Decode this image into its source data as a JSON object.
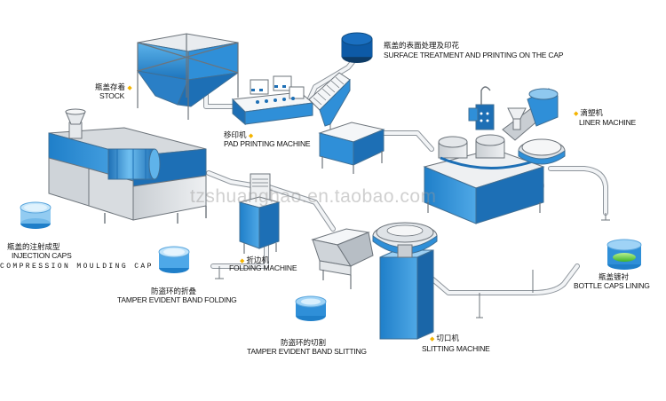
{
  "watermark": "tzshuanghao.en.taobao.com",
  "labels": {
    "stock": {
      "cn": "瓶盖存着",
      "en": "STOCK"
    },
    "surface": {
      "cn": "瓶盖的表面处理及印花",
      "en": "SURFACE TREATMENT AND PRINTING ON THE CAP"
    },
    "pad": {
      "cn": "移印机",
      "en": "PAD PRINTING MACHINE"
    },
    "liner": {
      "cn": "滴塑机",
      "en": "LINER MACHINE"
    },
    "injection": {
      "cn": "瓶盖的注射成型",
      "en": "INJECTION CAPS"
    },
    "compression": {
      "en": "COMPRESSION MOULDING CAP"
    },
    "folding": {
      "cn": "折边机",
      "en": "FOLDING MACHINE"
    },
    "tamper_fold": {
      "cn": "防盗环的折叠",
      "en": "TAMPER EVIDENT BAND FOLDING"
    },
    "lining": {
      "cn": "瓶盖镀衬",
      "en": "BOTTLE CAPS LINING"
    },
    "tamper_slit": {
      "cn": "防盗环的切割",
      "en": "TAMPER EVIDENT BAND SLITTING"
    },
    "slitting": {
      "cn": "切口机",
      "en": "SLITTING MACHINE"
    }
  },
  "colors": {
    "blue": "#2f8fd8",
    "blue_dark": "#1f6fb0",
    "blue_light": "#8fc8ef",
    "gray": "#d9dce0",
    "gray_dark": "#9aa1a8",
    "pipe": "#f2f4f6",
    "arrow": "#f4b400",
    "green": "#6ed04b"
  }
}
